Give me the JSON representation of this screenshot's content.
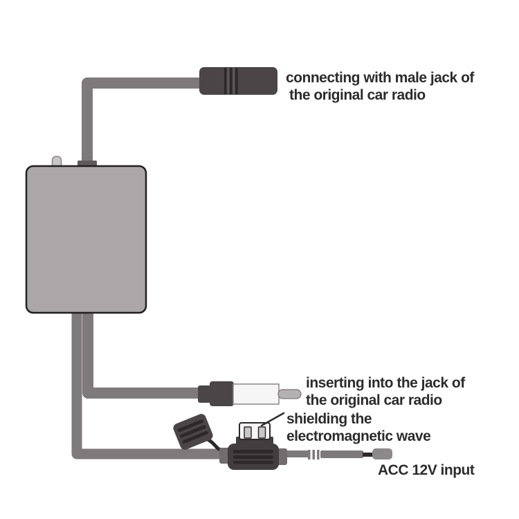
{
  "labels": {
    "male_jack": {
      "line1": "connecting with male jack of",
      "line2": "the original car radio"
    },
    "radio_jack": {
      "line1": "inserting into the jack of",
      "line2": "the original car radio"
    },
    "shielding": {
      "line1": "shielding the",
      "line2": "electromagnetic wave"
    },
    "acc_input": "ACC  12V input"
  },
  "components": {
    "amplifier_box": "amplifier-box",
    "box_stub": "antenna-stub",
    "male_jack_connector": "male-jack-connector",
    "radio_jack_plug": "radio-jack-plug",
    "shield_connector": "shield-connector",
    "fuse_cap": "fuse-holder-cap",
    "fuse_holder": "inline-fuse-holder",
    "acc_plug": "acc-12v-wire-terminal"
  },
  "colors": {
    "background": "#ffffff",
    "cable": "#7e797b",
    "connector_dark": "#4b4547",
    "box_fill": "#aba7a9",
    "box_outline": "#211f20",
    "text": "#2d2b2c",
    "plug_white": "#f7f6f6",
    "pin_gray": "#b5b1b3",
    "block_gray": "#716c6e",
    "body_black": "#423d3f",
    "ridge_dark": "#2d282a",
    "slot_gray": "#cac7c8",
    "stub_fill": "#c9c6c8",
    "plug_gray": "#8d888a",
    "collar": "#5f5a5c"
  }
}
